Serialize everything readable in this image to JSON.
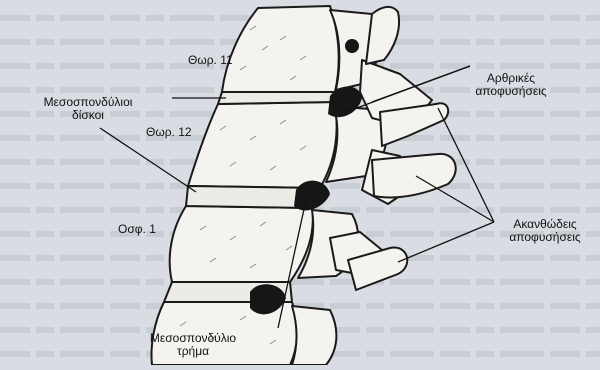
{
  "labels": {
    "thor11": "Θωρ. 11",
    "thor12": "Θωρ. 12",
    "osf1": "Οσφ. 1",
    "discs_line1": "Μεσοσπονδύλιοι",
    "discs_line2": "δίσκοι",
    "articular_line1": "Αρθρικές",
    "articular_line2": "αποφυσήσεις",
    "spinous_line1": "Ακανθώδεις",
    "spinous_line2": "αποφυσήσεις",
    "foramen_line1": "Μεσοσπονδύλιο",
    "foramen_line2": "τρήμα"
  },
  "colors": {
    "page_background": "#d9dde3",
    "bone_fill": "#f4f3ef",
    "bone_outline": "#1a1a1a",
    "shadow": "#161616"
  }
}
